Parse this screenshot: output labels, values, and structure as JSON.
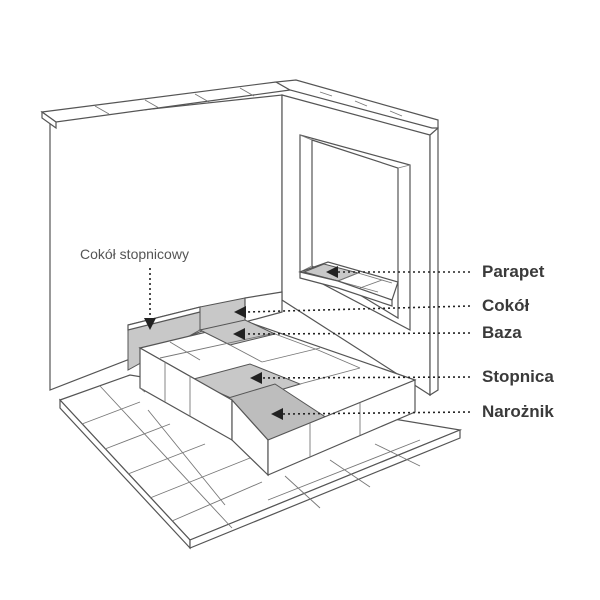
{
  "labels": {
    "cokol_stopnicowy": "Cokół stopnicowy",
    "parapet": "Parapet",
    "cokol": "Cokół",
    "baza": "Baza",
    "stopnica": "Stopnica",
    "naroznik": "Narożnik"
  },
  "colors": {
    "line": "#555555",
    "highlight": "#c8c8c8",
    "text": "#3a3a3a"
  }
}
